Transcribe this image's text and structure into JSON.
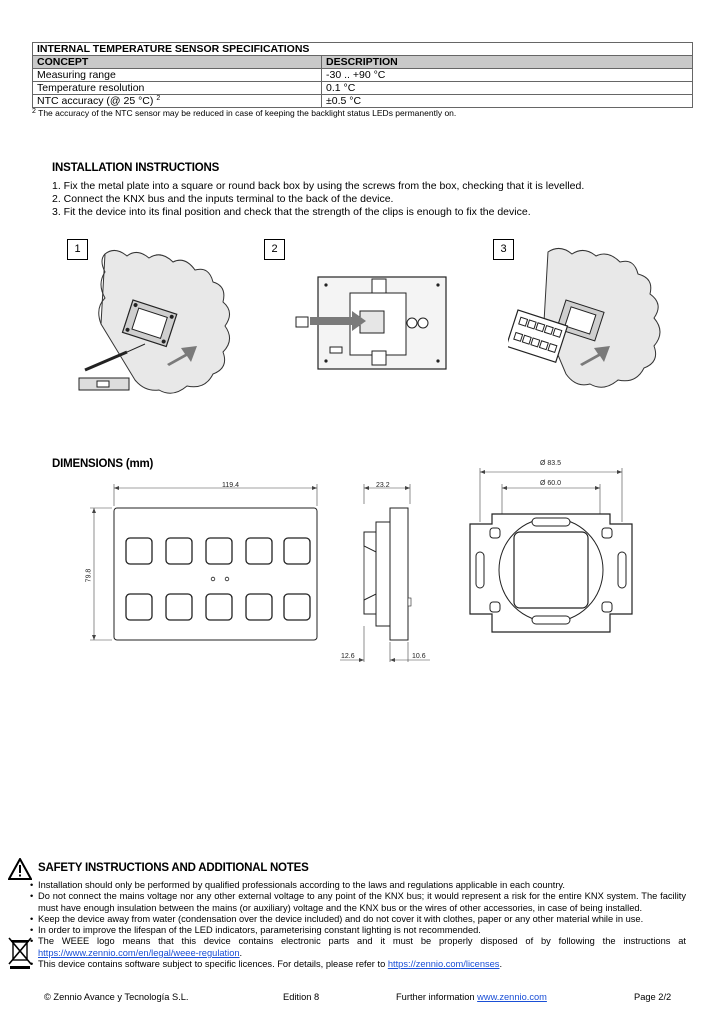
{
  "spec_table": {
    "title": "INTERNAL TEMPERATURE SENSOR SPECIFICATIONS",
    "headers": [
      "CONCEPT",
      "DESCRIPTION"
    ],
    "rows": [
      [
        "Measuring range",
        "-30 .. +90 °C"
      ],
      [
        "Temperature resolution",
        "0.1 °C"
      ],
      [
        "NTC accuracy (@ 25 °C)",
        "±0.5 °C"
      ]
    ],
    "row3_sup": "2",
    "footnote_mark": "2",
    "footnote": "The accuracy of the NTC sensor may be reduced in case of keeping the backlight status LEDs permanently on."
  },
  "installation": {
    "title": "INSTALLATION INSTRUCTIONS",
    "steps": [
      "1. Fix the metal plate into a square or round back box by using the screws from the box, checking that it is levelled.",
      "2. Connect the KNX bus and the inputs terminal to the back of the device.",
      "3. Fit the device into its final position and check that the strength of the clips is enough to fix the device."
    ],
    "figure_labels": [
      "1",
      "2",
      "3"
    ]
  },
  "dimensions": {
    "title": "DIMENSIONS (mm)",
    "front_width": "119.4",
    "front_height": "79.8",
    "side_depth": "23.2",
    "side_left": "12.6",
    "side_right": "10.6",
    "plate_outer": "Ø 83.5",
    "plate_inner": "Ø 60.0"
  },
  "safety": {
    "title": "SAFETY INSTRUCTIONS AND ADDITIONAL NOTES",
    "items": [
      "Installation should only be performed by qualified professionals according to the laws and regulations applicable in each country.",
      "Do not connect the mains voltage nor any other external voltage to any point of the KNX bus; it would represent a risk for the entire KNX system. The facility must have enough insulation between the mains (or auxiliary) voltage and the KNX bus or the wires of other accessories, in case of being installed.",
      "Keep the device away from water (condensation over the device included) and do not cover it with clothes, paper or any other material while in use.",
      "In order to improve the lifespan of the LED indicators, parameterising constant lighting is not recommended.",
      "The WEEE logo means that this device contains electronic parts and it must be properly disposed of by following the instructions at",
      "This device contains software subject to specific licences. For details, please refer to"
    ],
    "weee_link": "https://www.zennio.com/en/legal/weee-regulation",
    "weee_tail": ".",
    "licenses_link": "https://zennio.com/licenses",
    "licenses_tail": "."
  },
  "footer": {
    "company": "© Zennio Avance y Tecnología S.L.",
    "edition": "Edition 8",
    "further_label": "Further information",
    "further_link": "www.zennio.com",
    "page": "Page 2/2"
  },
  "icons": [
    "warning-icon",
    "weee-bin-icon"
  ]
}
